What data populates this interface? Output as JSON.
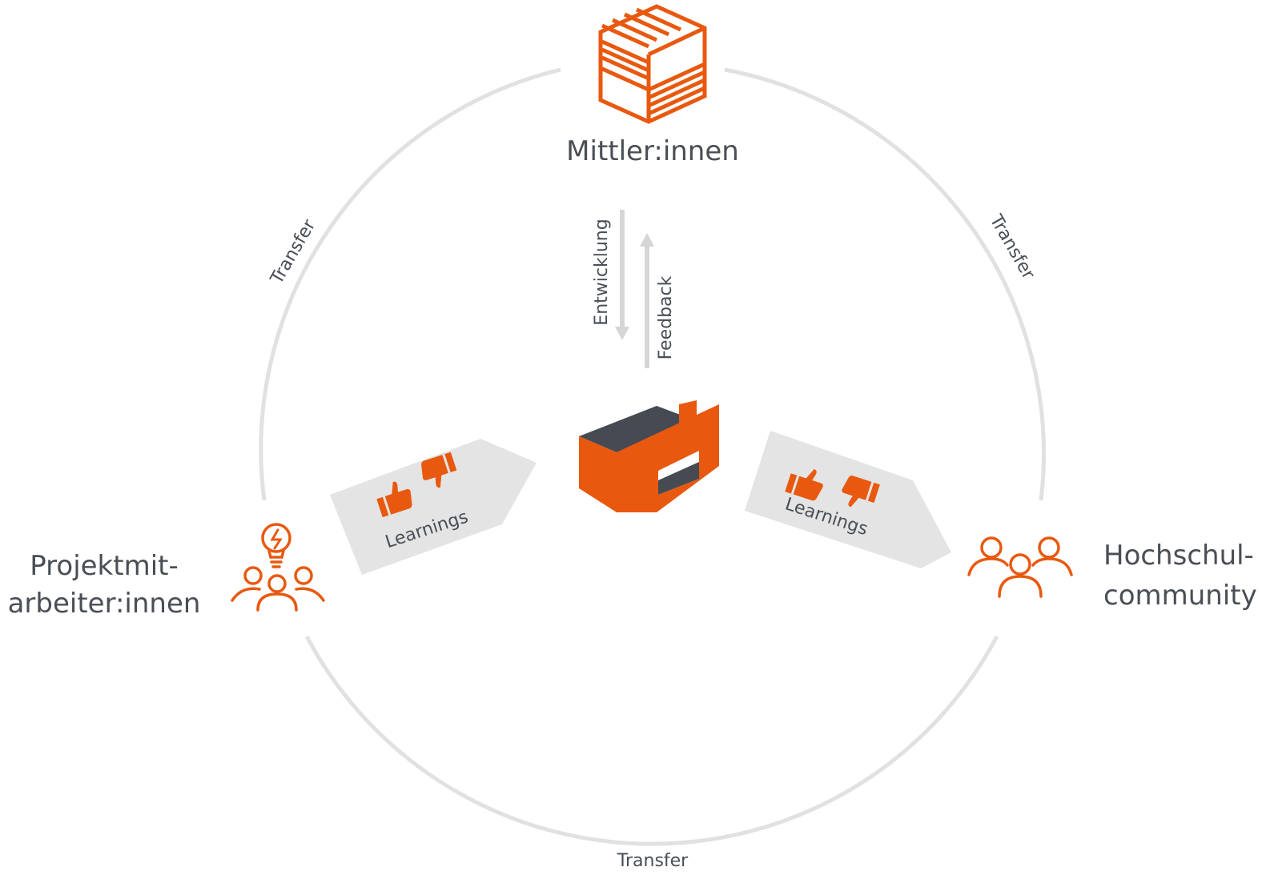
{
  "nodes": {
    "top": {
      "label": "Mittler:innen",
      "icon": "stacked-box-icon"
    },
    "left": {
      "label_line1": "Projektmit-",
      "label_line2": "arbeiter:innen",
      "icon": "team-idea-icon"
    },
    "right": {
      "label_line1": "Hochschul-",
      "label_line2": "community",
      "icon": "community-group-icon"
    },
    "center": {
      "icon": "open-box-icon"
    }
  },
  "arrows": {
    "down_label": "Entwicklung",
    "up_label": "Feedback",
    "left_learnings": "Learnings",
    "right_learnings": "Learnings"
  },
  "cycle": {
    "top_left": "Transfer",
    "top_right": "Transfer",
    "bottom": "Transfer"
  },
  "colors": {
    "accent": "#e8590f",
    "dark": "#464a52",
    "text": "#4a4e55",
    "ring": "#e1e1e1",
    "panel": "#e4e4e4",
    "arrow": "#d6d6d6"
  }
}
